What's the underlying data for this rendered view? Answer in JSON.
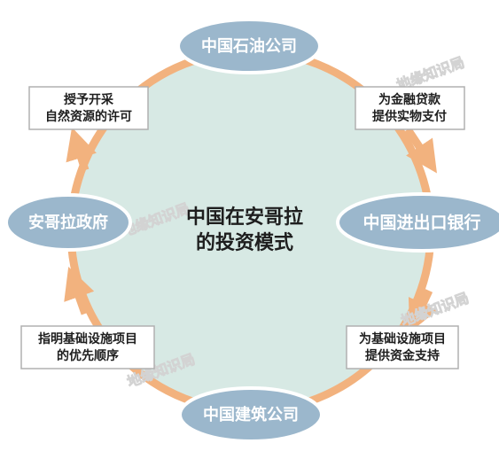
{
  "center": {
    "line1": "中国在安哥拉",
    "line2": "的投资模式"
  },
  "nodes": {
    "top": "中国石油公司",
    "right": "中国进出口银行",
    "bottom": "中国建筑公司",
    "left": "安哥拉政府"
  },
  "boxes": {
    "top_right": {
      "line1": "为金融贷款",
      "line2": "提供实物支付"
    },
    "bottom_right": {
      "line1": "为基础设施项目",
      "line2": "提供资金支持"
    },
    "bottom_left": {
      "line1": "指明基础设施项目",
      "line2": "的优先顺序"
    },
    "top_left": {
      "line1": "授予开采",
      "line2": "自然资源的许可"
    }
  },
  "watermark": "地缘知识局",
  "colors": {
    "ring": "#f2b27e",
    "ring_fill": "#d7e9e4",
    "node_fill": "#9bb7cc",
    "node_border": "#ffffff",
    "box_border": "#b0b0b0",
    "text": "#1e1e1e"
  }
}
